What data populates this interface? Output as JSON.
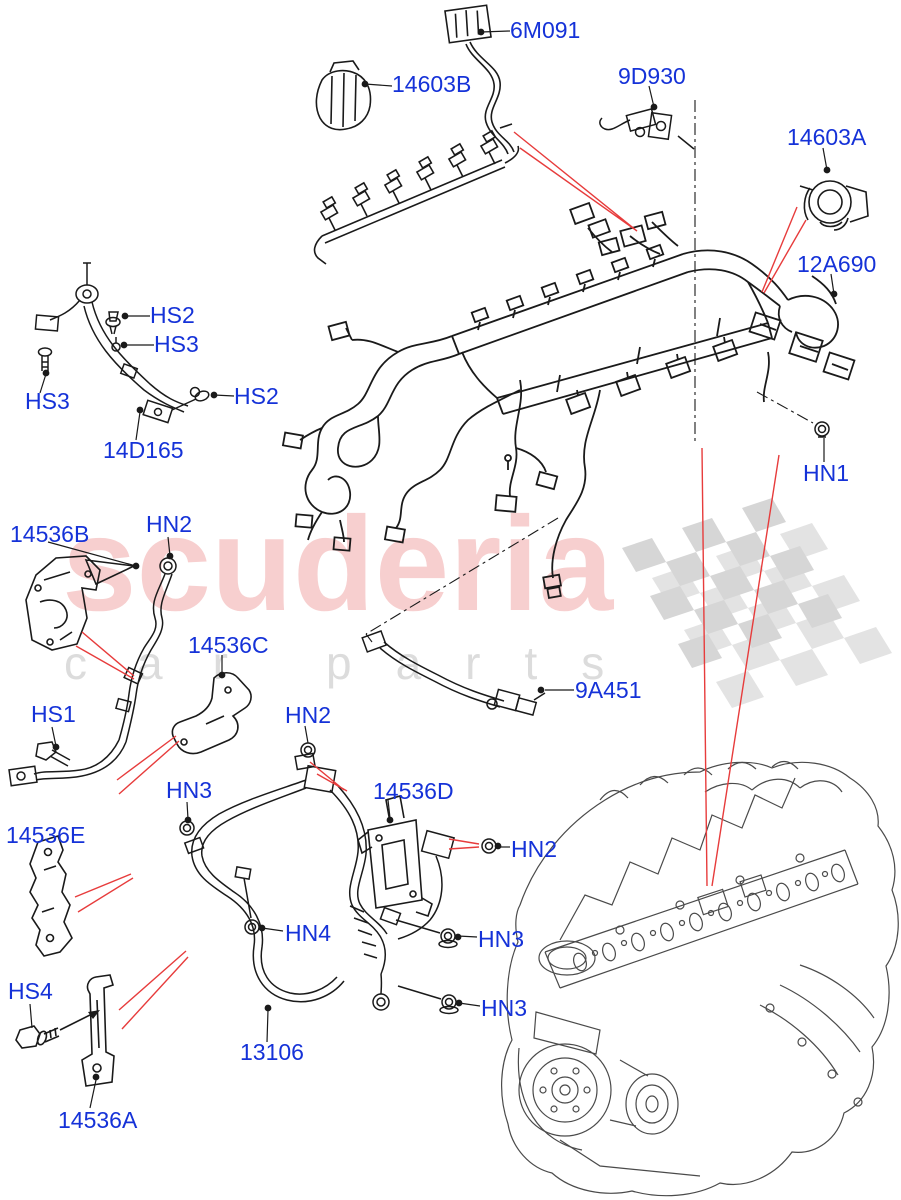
{
  "diagram": {
    "kind": "parts-exploded-diagram",
    "subject": "Engine harness and battery cables with engine illustration"
  },
  "labels": {
    "6M091": "6M091",
    "14603B": "14603B",
    "9D930": "9D930",
    "14603A": "14603A",
    "12A690": "12A690",
    "HS2": "HS2",
    "HS3": "HS3",
    "14D165": "14D165",
    "HN1": "HN1",
    "14536B": "14536B",
    "HN2": "HN2",
    "14536C": "14536C",
    "9A451": "9A451",
    "HS1": "HS1",
    "HN3": "HN3",
    "14536D": "14536D",
    "14536E": "14536E",
    "HN4": "HN4",
    "HS4": "HS4",
    "13106": "13106",
    "14536A": "14536A"
  },
  "watermark": {
    "title": "scuderia",
    "subtitle_first": "car",
    "subtitle_second": "parts",
    "title_color": "#f7cfcf",
    "subtitle_color": "#dcdcdc",
    "checker_front": "#d6d6d6",
    "checker_back": "#e3e3e3"
  },
  "colors": {
    "label_blue": "#1532d8",
    "callout_red": "#e73c3c",
    "line_black": "#1a1a1a",
    "engine_gray": "#4a4a4a"
  }
}
